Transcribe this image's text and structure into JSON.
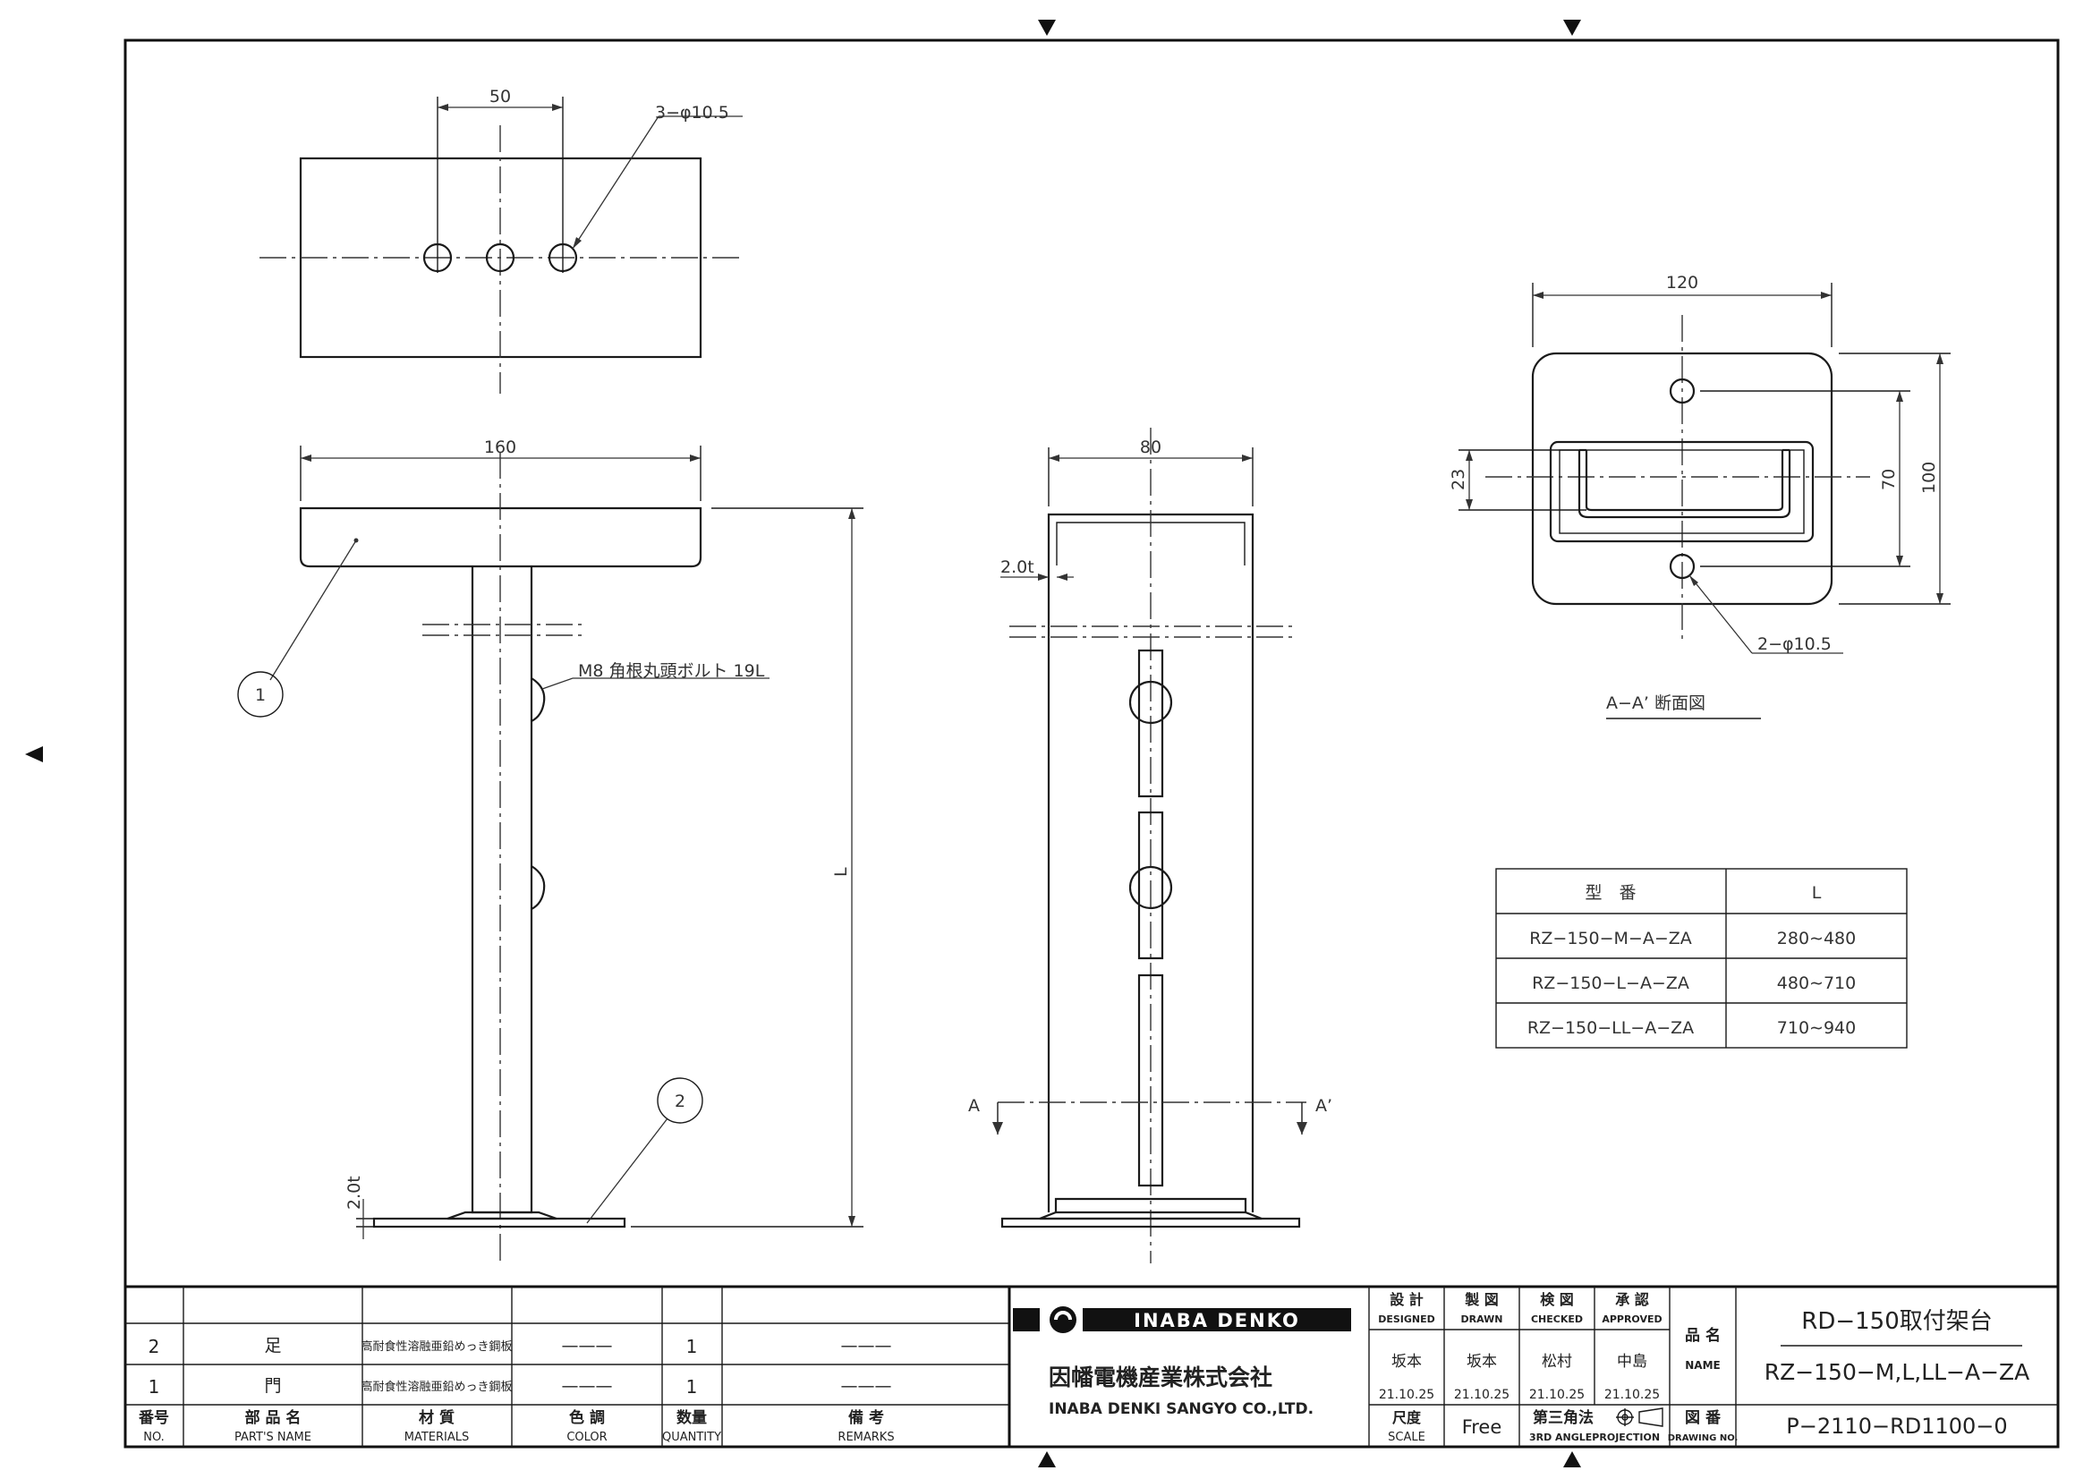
{
  "views": {
    "top_view": {
      "dim_width": "50",
      "hole_callout": "3−φ10.5"
    },
    "front_view": {
      "dim_width": "160",
      "dim_length": "L",
      "bolt_callout": "M8 角根丸頭ボルト 19L",
      "plate_thickness": "2.0t",
      "part_1": "1",
      "part_2": "2"
    },
    "side_view": {
      "dim_width": "80",
      "thickness": "2.0t",
      "section_left": "A",
      "section_right": "A’"
    },
    "section_view": {
      "dim_width": "120",
      "dim_height": "100",
      "dim_pitch": "70",
      "dim_channel": "23",
      "hole_callout": "2−φ10.5",
      "title": "A−A’ 断面図"
    }
  },
  "size_table": {
    "headers": [
      "型　番",
      "L"
    ],
    "rows": [
      [
        "RZ−150−M−A−ZA",
        "280∼480"
      ],
      [
        "RZ−150−L−A−ZA",
        "480∼710"
      ],
      [
        "RZ−150−LL−A−ZA",
        "710∼940"
      ]
    ]
  },
  "parts_list": {
    "headers": {
      "no": "番号",
      "no_en": "NO.",
      "name": "部 品 名",
      "name_en": "PART'S NAME",
      "material": "材 質",
      "material_en": "MATERIALS",
      "color": "色 調",
      "color_en": "COLOR",
      "qty": "数量",
      "qty_en": "QUANTITY",
      "remarks": "備 考",
      "remarks_en": "REMARKS"
    },
    "rows": [
      {
        "no": "2",
        "name": "足",
        "material": "高耐食性溶融亜鉛めっき鋼板",
        "color": "———",
        "qty": "1",
        "remarks": "———"
      },
      {
        "no": "1",
        "name": "門",
        "material": "高耐食性溶融亜鉛めっき鋼板",
        "color": "———",
        "qty": "1",
        "remarks": "———"
      }
    ]
  },
  "company": {
    "logo_text": "INABA DENKO",
    "name_jp": "因幡電機産業株式会社",
    "name_en": "INABA DENKI SANGYO CO.,LTD."
  },
  "approvals": [
    {
      "label": "設 計",
      "label_en": "DESIGNED",
      "name": "坂本",
      "date": "21.10.25"
    },
    {
      "label": "製 図",
      "label_en": "DRAWN",
      "name": "坂本",
      "date": "21.10.25"
    },
    {
      "label": "検 図",
      "label_en": "CHECKED",
      "name": "松村",
      "date": "21.10.25"
    },
    {
      "label": "承 認",
      "label_en": "APPROVED",
      "name": "中島",
      "date": "21.10.25"
    }
  ],
  "title_block": {
    "name_label": "品 名",
    "name_label_en": "NAME",
    "title": "RD−150取付架台",
    "model": "RZ−150−M,L,LL−A−ZA",
    "scale_label": "尺度",
    "scale_label_en": "SCALE",
    "scale": "Free",
    "projection": "第三角法",
    "projection_en": "3RD ANGLEPROJECTION",
    "drawing_no_label": "図 番",
    "drawing_no_label_en": "DRAWING NO.",
    "drawing_no": "P−2110−RD1100−0"
  }
}
